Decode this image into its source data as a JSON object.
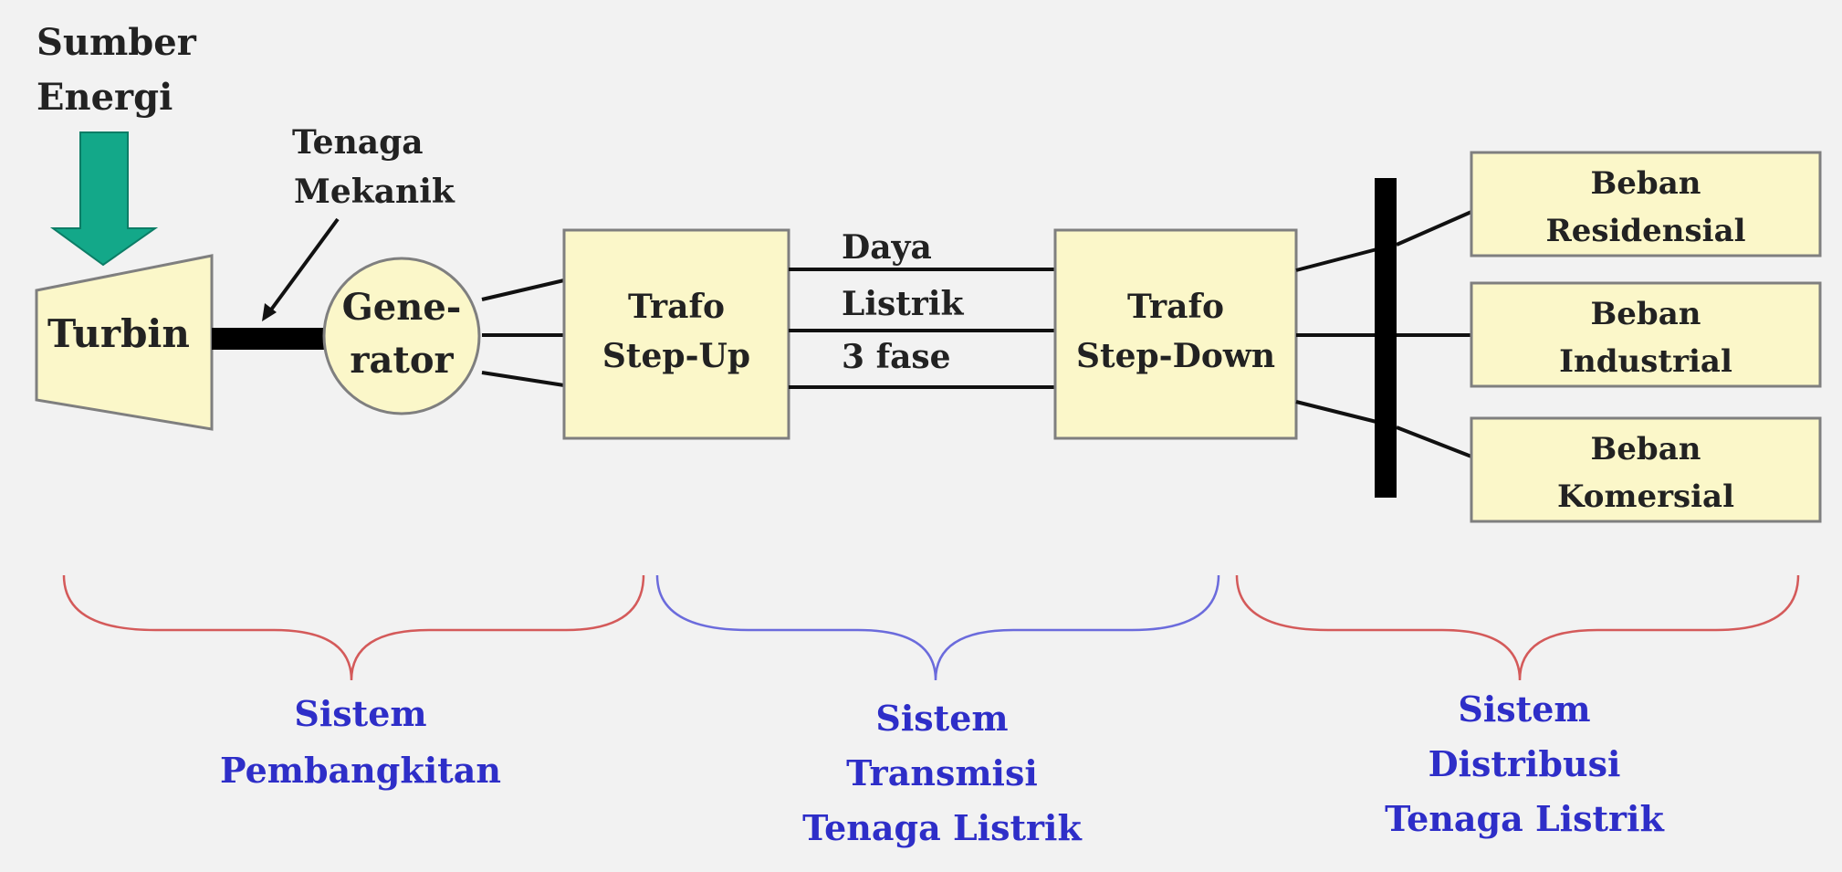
{
  "diagram": {
    "energy_source": [
      "Sumber",
      "Energi"
    ],
    "mechanical_power": [
      "Tenaga",
      "Mekanik"
    ],
    "turbine": "Turbin",
    "generator": [
      "Gene-",
      "rator"
    ],
    "step_up": [
      "Trafo",
      "Step-Up"
    ],
    "power_line": [
      "Daya",
      "Listrik",
      "3 fase"
    ],
    "step_down": [
      "Trafo",
      "Step-Down"
    ],
    "loads": [
      [
        "Beban",
        "Residensial"
      ],
      [
        "Beban",
        "Industrial"
      ],
      [
        "Beban",
        "Komersial"
      ]
    ],
    "systems": [
      [
        "Sistem",
        "Pembangkitan"
      ],
      [
        "Sistem",
        "Transmisi",
        "Tenaga Listrik"
      ],
      [
        "Sistem",
        "Distribusi",
        "Tenaga Listrik"
      ]
    ]
  },
  "colors": {
    "box_fill": "#fbf7c9",
    "arrow_fill": "#13a889",
    "brace_generation": "#d45a5a",
    "brace_transmission": "#6b6bdc",
    "brace_distribution": "#d45a5a",
    "system_text": "#2e2ec8"
  }
}
